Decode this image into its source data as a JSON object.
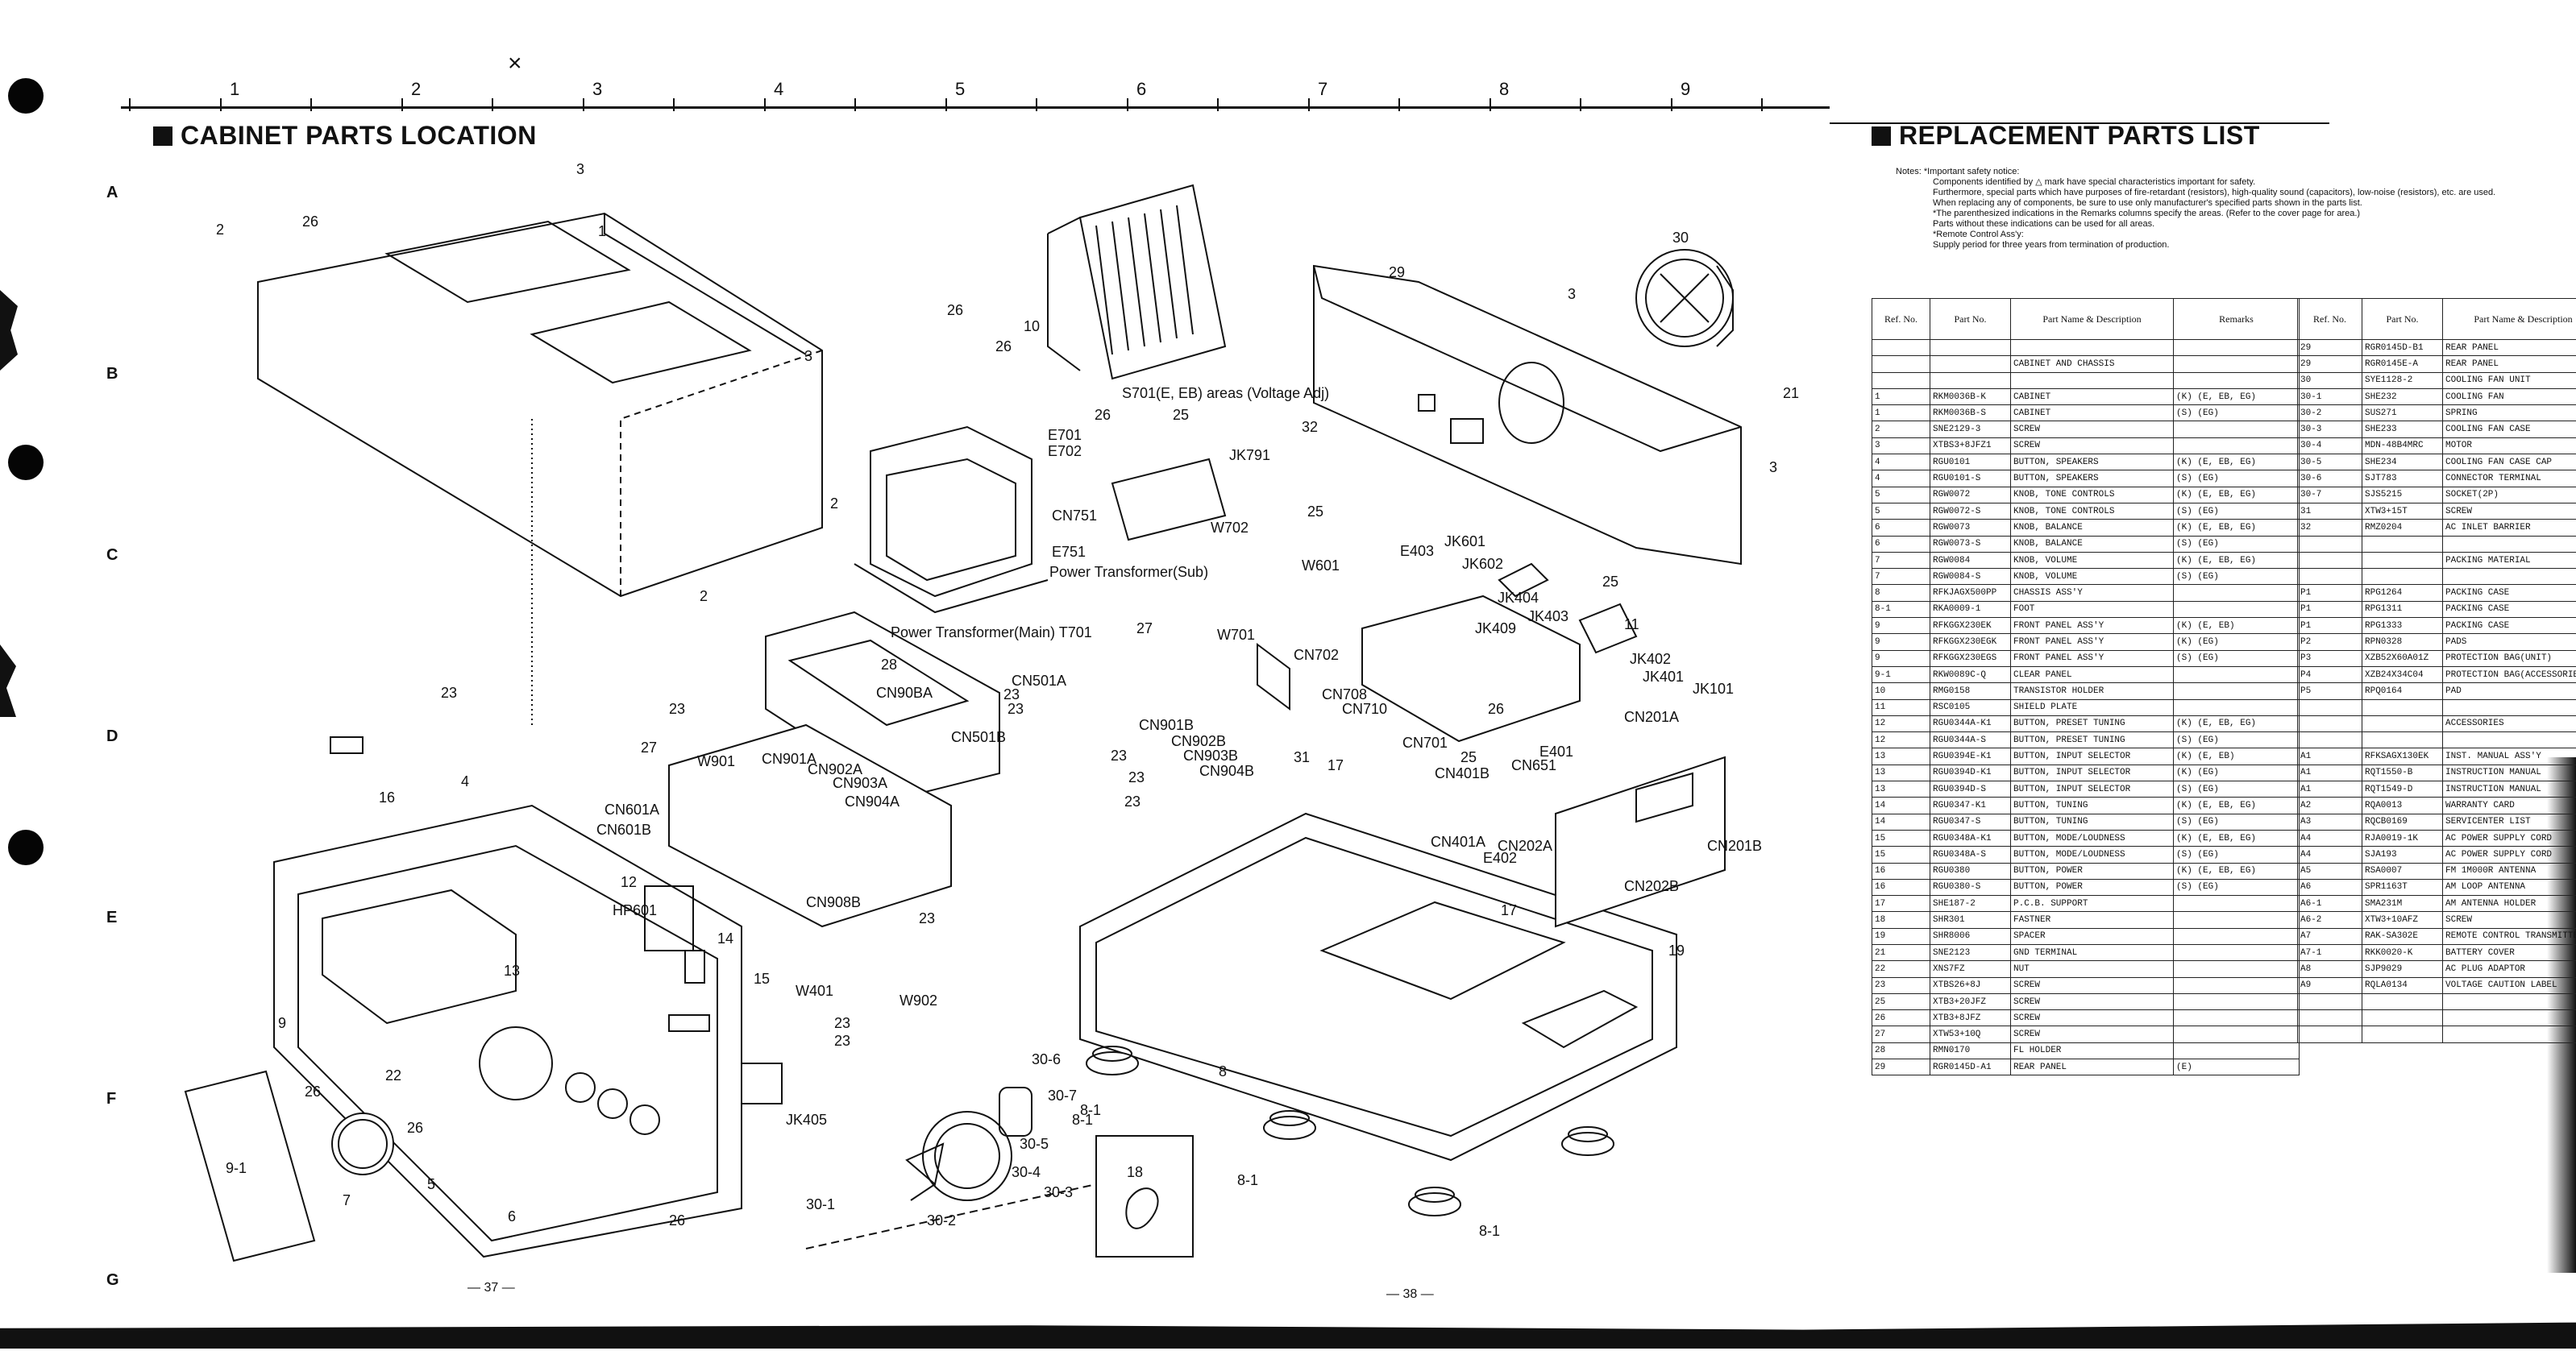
{
  "header": {
    "mark": "×",
    "column_numbers": [
      "1",
      "2",
      "3",
      "4",
      "5",
      "6",
      "7",
      "8",
      "9"
    ],
    "row_letters": [
      "A",
      "B",
      "C",
      "D",
      "E",
      "F",
      "G"
    ]
  },
  "left": {
    "title": "CABINET PARTS LOCATION",
    "page_number": "— 37 —",
    "callouts": [
      {
        "t": "26"
      },
      {
        "t": "3"
      },
      {
        "t": "1"
      },
      {
        "t": "2"
      },
      {
        "t": "3"
      },
      {
        "t": "2"
      },
      {
        "t": "2"
      },
      {
        "t": "26"
      },
      {
        "t": "10"
      },
      {
        "t": "26"
      },
      {
        "t": "S701(E, EB) areas (Voltage Adj)"
      },
      {
        "t": "E701"
      },
      {
        "t": "E702"
      },
      {
        "t": "26"
      },
      {
        "t": "25"
      },
      {
        "t": "JK791"
      },
      {
        "t": "32"
      },
      {
        "t": "CN751"
      },
      {
        "t": "E751"
      },
      {
        "t": "W702"
      },
      {
        "t": "Power Transformer(Sub)"
      },
      {
        "t": "Power Transformer(Main) T701"
      },
      {
        "t": "27"
      },
      {
        "t": "28"
      },
      {
        "t": "CN90BA"
      },
      {
        "t": "CN501A"
      },
      {
        "t": "23"
      },
      {
        "t": "23"
      },
      {
        "t": "23"
      },
      {
        "t": "CN501B"
      },
      {
        "t": "CN901A"
      },
      {
        "t": "CN902A"
      },
      {
        "t": "CN903A"
      },
      {
        "t": "CN904A"
      },
      {
        "t": "W901"
      },
      {
        "t": "27"
      },
      {
        "t": "23"
      },
      {
        "t": "23"
      },
      {
        "t": "16"
      },
      {
        "t": "4"
      },
      {
        "t": "CN601A"
      },
      {
        "t": "CN601B"
      },
      {
        "t": "HP601"
      },
      {
        "t": "12"
      },
      {
        "t": "23"
      },
      {
        "t": "23"
      },
      {
        "t": "23"
      },
      {
        "t": "W902"
      },
      {
        "t": "23"
      },
      {
        "t": "CN908B"
      },
      {
        "t": "14"
      },
      {
        "t": "13"
      },
      {
        "t": "15"
      },
      {
        "t": "W401"
      },
      {
        "t": "23"
      },
      {
        "t": "9"
      },
      {
        "t": "26"
      },
      {
        "t": "22"
      },
      {
        "t": "26"
      },
      {
        "t": "JK405"
      },
      {
        "t": "9-1"
      },
      {
        "t": "7"
      },
      {
        "t": "5"
      },
      {
        "t": "6"
      },
      {
        "t": "26"
      },
      {
        "t": "30-6"
      },
      {
        "t": "30-7"
      },
      {
        "t": "30-5"
      },
      {
        "t": "30-4"
      },
      {
        "t": "30-3"
      },
      {
        "t": "30-2"
      },
      {
        "t": "30-1"
      },
      {
        "t": "18"
      },
      {
        "t": "8-1"
      },
      {
        "t": "8"
      }
    ]
  },
  "middle": {
    "page_number": "— 38 —",
    "callouts": [
      {
        "t": "29"
      },
      {
        "t": "30"
      },
      {
        "t": "3"
      },
      {
        "t": "21"
      },
      {
        "t": "3"
      },
      {
        "t": "25"
      },
      {
        "t": "W601"
      },
      {
        "t": "E403"
      },
      {
        "t": "JK601"
      },
      {
        "t": "JK602"
      },
      {
        "t": "JK404"
      },
      {
        "t": "JK403"
      },
      {
        "t": "JK409"
      },
      {
        "t": "25"
      },
      {
        "t": "11"
      },
      {
        "t": "JK402"
      },
      {
        "t": "JK401"
      },
      {
        "t": "JK101"
      },
      {
        "t": "W701"
      },
      {
        "t": "CN702"
      },
      {
        "t": "CN708"
      },
      {
        "t": "CN710"
      },
      {
        "t": "CN701"
      },
      {
        "t": "26"
      },
      {
        "t": "CN201A"
      },
      {
        "t": "CN901B"
      },
      {
        "t": "CN902B"
      },
      {
        "t": "CN903B"
      },
      {
        "t": "CN904B"
      },
      {
        "t": "31"
      },
      {
        "t": "17"
      },
      {
        "t": "25"
      },
      {
        "t": "CN401B"
      },
      {
        "t": "CN651"
      },
      {
        "t": "E401"
      },
      {
        "t": "CN401A"
      },
      {
        "t": "CN202A"
      },
      {
        "t": "E402"
      },
      {
        "t": "CN201B"
      },
      {
        "t": "CN202B"
      },
      {
        "t": "17"
      },
      {
        "t": "19"
      },
      {
        "t": "8-1"
      },
      {
        "t": "8-1"
      },
      {
        "t": "8-1"
      }
    ]
  },
  "right": {
    "title": "REPLACEMENT PARTS LIST",
    "notes": [
      "Notes:  *Important safety notice:",
      "Components identified by △ mark have special characteristics important for safety.",
      "Furthermore, special parts which have purposes of fire-retardant (resistors), high-quality sound (capacitors), low-noise (resistors), etc. are used.",
      "When replacing any of components, be sure to use only manufacturer's specified parts shown in the parts list.",
      "*The parenthesized indications in the Remarks columns specify the areas. (Refer to the cover page for area.)",
      "Parts without these indications can be used for all areas.",
      "*Remote Control Ass'y:",
      "Supply period for three years from termination of production."
    ],
    "headers": [
      "Ref. No.",
      "Part No.",
      "Part Name & Description",
      "Remarks"
    ],
    "table1": [
      [
        "",
        "",
        "",
        ""
      ],
      [
        "",
        "",
        "CABINET AND CHASSIS",
        ""
      ],
      [
        "",
        "",
        "",
        ""
      ],
      [
        "1",
        "RKM0036B-K",
        "CABINET",
        "(K) (E, EB, EG)"
      ],
      [
        "1",
        "RKM0036B-S",
        "CABINET",
        "(S) (EG)"
      ],
      [
        "2",
        "SNE2129-3",
        "SCREW",
        ""
      ],
      [
        "3",
        "XTBS3+8JFZ1",
        "SCREW",
        ""
      ],
      [
        "4",
        "RGU0101",
        "BUTTON, SPEAKERS",
        "(K) (E, EB, EG)"
      ],
      [
        "4",
        "RGU0101-S",
        "BUTTON, SPEAKERS",
        "(S) (EG)"
      ],
      [
        "5",
        "RGW0072",
        "KNOB, TONE CONTROLS",
        "(K) (E, EB, EG)"
      ],
      [
        "5",
        "RGW0072-S",
        "KNOB, TONE CONTROLS",
        "(S) (EG)"
      ],
      [
        "6",
        "RGW0073",
        "KNOB, BALANCE",
        "(K) (E, EB, EG)"
      ],
      [
        "6",
        "RGW0073-S",
        "KNOB, BALANCE",
        "(S) (EG)"
      ],
      [
        "7",
        "RGW0084",
        "KNOB, VOLUME",
        "(K) (E, EB, EG)"
      ],
      [
        "7",
        "RGW0084-S",
        "KNOB, VOLUME",
        "(S) (EG)"
      ],
      [
        "8",
        "RFKJAGX500PP",
        "CHASSIS ASS'Y",
        ""
      ],
      [
        "8-1",
        "RKA0009-1",
        "FOOT",
        ""
      ],
      [
        "9",
        "RFKGGX230EK",
        "FRONT PANEL ASS'Y",
        "(K) (E, EB)"
      ],
      [
        "9",
        "RFKGGX230EGK",
        "FRONT PANEL ASS'Y",
        "(K) (EG)"
      ],
      [
        "9",
        "RFKGGX230EGS",
        "FRONT PANEL ASS'Y",
        "(S) (EG)"
      ],
      [
        "9-1",
        "RKW0089C-Q",
        "CLEAR PANEL",
        ""
      ],
      [
        "10",
        "RMG0158",
        "TRANSISTOR HOLDER",
        ""
      ],
      [
        "11",
        "RSC0105",
        "SHIELD PLATE",
        ""
      ],
      [
        "12",
        "RGU0344A-K1",
        "BUTTON, PRESET TUNING",
        "(K) (E, EB, EG)"
      ],
      [
        "12",
        "RGU0344A-S",
        "BUTTON, PRESET TUNING",
        "(S) (EG)"
      ],
      [
        "13",
        "RGU0394E-K1",
        "BUTTON, INPUT SELECTOR",
        "(K) (E, EB)"
      ],
      [
        "13",
        "RGU0394D-K1",
        "BUTTON, INPUT SELECTOR",
        "(K) (EG)"
      ],
      [
        "13",
        "RGU0394D-S",
        "BUTTON, INPUT SELECTOR",
        "(S) (EG)"
      ],
      [
        "14",
        "RGU0347-K1",
        "BUTTON, TUNING",
        "(K) (E, EB, EG)"
      ],
      [
        "14",
        "RGU0347-S",
        "BUTTON, TUNING",
        "(S) (EG)"
      ],
      [
        "15",
        "RGU0348A-K1",
        "BUTTON, MODE/LOUDNESS",
        "(K) (E, EB, EG)"
      ],
      [
        "15",
        "RGU0348A-S",
        "BUTTON, MODE/LOUDNESS",
        "(S) (EG)"
      ],
      [
        "16",
        "RGU0380",
        "BUTTON, POWER",
        "(K) (E, EB, EG)"
      ],
      [
        "16",
        "RGU0380-S",
        "BUTTON, POWER",
        "(S) (EG)"
      ],
      [
        "17",
        "SHE187-2",
        "P.C.B. SUPPORT",
        ""
      ],
      [
        "18",
        "SHR301",
        "FASTNER",
        ""
      ],
      [
        "19",
        "SHR8006",
        "SPACER",
        ""
      ],
      [
        "21",
        "SNE2123",
        "GND TERMINAL",
        ""
      ],
      [
        "22",
        "XNS7FZ",
        "NUT",
        ""
      ],
      [
        "23",
        "XTBS26+8J",
        "SCREW",
        ""
      ],
      [
        "25",
        "XTB3+20JFZ",
        "SCREW",
        ""
      ],
      [
        "26",
        "XTB3+8JFZ",
        "SCREW",
        ""
      ],
      [
        "27",
        "XTW53+10Q",
        "SCREW",
        ""
      ],
      [
        "28",
        "RMN0170",
        "FL HOLDER",
        ""
      ],
      [
        "29",
        "RGR0145D-A1",
        "REAR PANEL",
        "(E)"
      ]
    ],
    "table2": [
      [
        "29",
        "RGR0145D-B1",
        "REAR PANEL"
      ],
      [
        "29",
        "RGR0145E-A",
        "REAR PANEL"
      ],
      [
        "30",
        "SYE1128-2",
        "COOLING FAN UNIT"
      ],
      [
        "30-1",
        "SHE232",
        "COOLING FAN"
      ],
      [
        "30-2",
        "SUS271",
        "SPRING"
      ],
      [
        "30-3",
        "SHE233",
        "COOLING FAN CASE"
      ],
      [
        "30-4",
        "MDN-48B4MRC",
        "MOTOR"
      ],
      [
        "30-5",
        "SHE234",
        "COOLING FAN CASE CAP"
      ],
      [
        "30-6",
        "SJT783",
        "CONNECTOR TERMINAL"
      ],
      [
        "30-7",
        "SJS5215",
        "SOCKET(2P)"
      ],
      [
        "31",
        "XTW3+15T",
        "SCREW"
      ],
      [
        "32",
        "RMZ0204",
        "AC INLET BARRIER"
      ],
      [
        "",
        "",
        ""
      ],
      [
        "",
        "",
        "PACKING MATERIAL"
      ],
      [
        "",
        "",
        ""
      ],
      [
        "P1",
        "RPG1264",
        "PACKING CASE"
      ],
      [
        "P1",
        "RPG1311",
        "PACKING CASE"
      ],
      [
        "P1",
        "RPG1333",
        "PACKING CASE"
      ],
      [
        "P2",
        "RPN0328",
        "PADS"
      ],
      [
        "P3",
        "XZB52X60A01Z",
        "PROTECTION BAG(UNIT)"
      ],
      [
        "P4",
        "XZB24X34C04",
        "PROTECTION BAG(ACCESSORIES)"
      ],
      [
        "P5",
        "RPQ0164",
        "PAD"
      ],
      [
        "",
        "",
        ""
      ],
      [
        "",
        "",
        "ACCESSORIES"
      ],
      [
        "",
        "",
        ""
      ],
      [
        "A1",
        "RFKSAGX130EK",
        "INST. MANUAL ASS'Y"
      ],
      [
        "A1",
        "RQT1550-B",
        "INSTRUCTION MANUAL"
      ],
      [
        "A1",
        "RQT1549-D",
        "INSTRUCTION MANUAL"
      ],
      [
        "A2",
        "RQA0013",
        "WARRANTY CARD"
      ],
      [
        "A3",
        "RQCB0169",
        "SERVICENTER LIST"
      ],
      [
        "A4",
        "RJA0019-1K",
        "AC POWER SUPPLY CORD"
      ],
      [
        "A4",
        "SJA193",
        "AC POWER SUPPLY CORD"
      ],
      [
        "A5",
        "RSA0007",
        "FM 1M000R ANTENNA"
      ],
      [
        "A6",
        "SPR1163T",
        "AM LOOP ANTENNA"
      ],
      [
        "A6-1",
        "SMA231M",
        "AM ANTENNA HOLDER"
      ],
      [
        "A6-2",
        "XTW3+10AFZ",
        "SCREW"
      ],
      [
        "A7",
        "RAK-SA302E",
        "REMOTE CONTROL TRANSMITTER"
      ],
      [
        "A7-1",
        "RKK0020-K",
        "BATTERY COVER"
      ],
      [
        "A8",
        "SJP9029",
        "AC PLUG ADAPTOR"
      ],
      [
        "A9",
        "RQLA0134",
        "VOLTAGE CAUTION LABEL"
      ],
      [
        "",
        "",
        ""
      ],
      [
        "",
        "",
        ""
      ],
      [
        "",
        "",
        ""
      ]
    ]
  }
}
